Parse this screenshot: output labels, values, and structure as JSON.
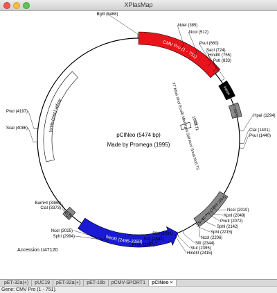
{
  "window": {
    "title": "XPlasMap"
  },
  "plasmid": {
    "name_line": "pCINeo (5474 bp)",
    "maker_line": "Made by Promega (1995)",
    "accession": "Accession U47120",
    "total_bp": 5474
  },
  "features": [
    {
      "label": "CMV Pro (1 - 751)",
      "start": 1,
      "end": 751,
      "color": "#e8131b",
      "text_color": "#ffffff",
      "kind": "arc",
      "name": "cmv-promoter-feature"
    },
    {
      "label": "intron",
      "start": 857,
      "end": 1000,
      "color": "#000000",
      "text_color": "#ffffff",
      "kind": "box",
      "name": "intron-feature"
    },
    {
      "label": "T7/SP6",
      "start": 1060,
      "end": 1175,
      "color": "#8a8a8a",
      "text_color": "#000000",
      "kind": "box",
      "name": "t7-promoter-feature"
    },
    {
      "label": "SV40 Pro (1863-2203)",
      "start": 1863,
      "end": 2203,
      "color": "#8a8a8a",
      "text_color": "#000000",
      "kind": "box",
      "name": "sv40-promoter-feature"
    },
    {
      "label": "NeoR (2465-3259)",
      "start": 2465,
      "end": 3259,
      "color": "#1a1ad4",
      "text_color": "#ffffff",
      "kind": "arrow",
      "name": "neor-feature"
    },
    {
      "label": "p(A)",
      "start": 3360,
      "end": 3430,
      "color": "#8a8a8a",
      "text_color": "#000000",
      "kind": "box",
      "name": "polya-feature"
    },
    {
      "label": "AmpR (3900-4800)",
      "start": 3900,
      "end": 4800,
      "color": "#ffffff",
      "text_color": "#000000",
      "kind": "outline",
      "name": "ampr-feature"
    },
    {
      "label": "MCS (1085 - 1171)",
      "start": 1085,
      "end": 1171,
      "color": "#ffffff",
      "text_color": "#000000",
      "kind": "mcs",
      "name": "mcs-feature"
    }
  ],
  "mcs": {
    "label": "T7 NheI XhoI EcoRI MluI KpnI SalI AccI SmaI NotI T3",
    "start_label": "1085",
    "end_label": "1171"
  },
  "sites": [
    {
      "label": "BglII (5468)"
    },
    {
      "label": "NdeI (385)"
    },
    {
      "label": "NcoI (512)"
    },
    {
      "label": "PvuI (660)"
    },
    {
      "label": "SacI (724)"
    },
    {
      "label": "HindIII (755)"
    },
    {
      "label": "PstI (833)"
    },
    {
      "label": "HpaI (1294)"
    },
    {
      "label": "ClaI (1401)"
    },
    {
      "label": "PvuI (1440)"
    },
    {
      "label": "NcoI (2010)"
    },
    {
      "label": "KpnI (2049)"
    },
    {
      "label": "PvuII (2072)"
    },
    {
      "label": "SphI (2142)"
    },
    {
      "label": "SphI (2215)"
    },
    {
      "label": "NcoI (2206)"
    },
    {
      "label": "SfiI (2344)"
    },
    {
      "label": "StuI (2395)"
    },
    {
      "label": "HindIII (2415)"
    },
    {
      "label": "SfoI (2591)"
    },
    {
      "label": "PstI (2642)"
    },
    {
      "label": "PvuII (2697)"
    },
    {
      "label": "NcoI (3025)"
    },
    {
      "label": "SphI (2994)"
    },
    {
      "label": "BamHI (3386)"
    },
    {
      "label": "ClaI (3373)"
    },
    {
      "label": "PvuI (4197)"
    },
    {
      "label": "ScaI (4086)"
    }
  ],
  "tabs": [
    {
      "label": "pET-32a(+)",
      "active": false
    },
    {
      "label": "pUC19",
      "active": false
    },
    {
      "label": "pET-32a(+)",
      "active": false
    },
    {
      "label": "pET-16b",
      "active": false
    },
    {
      "label": "pCMV-SPORT1",
      "active": false
    },
    {
      "label": "pCINeo",
      "active": true
    }
  ],
  "tab_close_glyph": "×",
  "status": {
    "text": "Gene: CMV Pro (1 - 751)."
  }
}
